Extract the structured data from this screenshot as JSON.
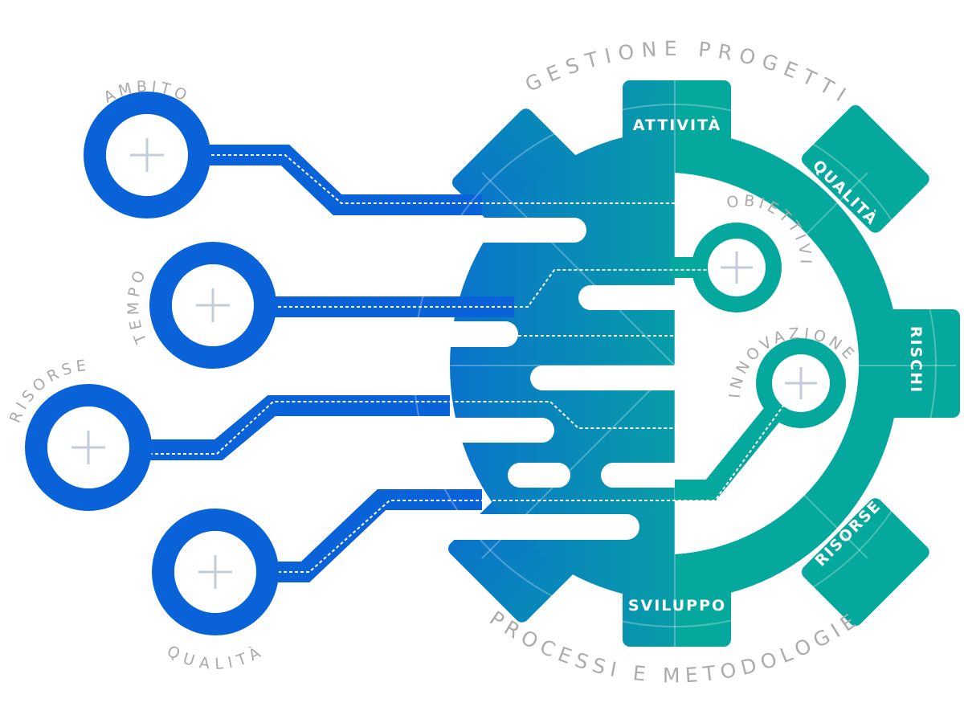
{
  "title_top": "GESTIONE PROGETTI",
  "title_bottom": "PROCESSI E METODOLOGIE",
  "left_nodes": [
    {
      "label": "AMBITO",
      "icon": "plus-icon"
    },
    {
      "label": "TEMPO",
      "icon": "plus-icon"
    },
    {
      "label": "RISORSE",
      "icon": "plus-icon"
    },
    {
      "label": "QUALITÀ",
      "icon": "plus-icon"
    }
  ],
  "inner_nodes": [
    {
      "label": "OBIETTIVI",
      "icon": "plus-icon"
    },
    {
      "label": "INNOVAZIONE",
      "icon": "plus-icon"
    }
  ],
  "gear_teeth": {
    "top": "ATTIVITÀ",
    "top_right": "QUALITÀ",
    "right": "RISCHI",
    "bottom_right": "RISORSE",
    "bottom": "SVILUPPO"
  },
  "colors": {
    "blue": "#0a62d8",
    "teal": "#05a89c",
    "label_gray": "#a9a9a9",
    "plus_gray": "#c3ccd8"
  }
}
